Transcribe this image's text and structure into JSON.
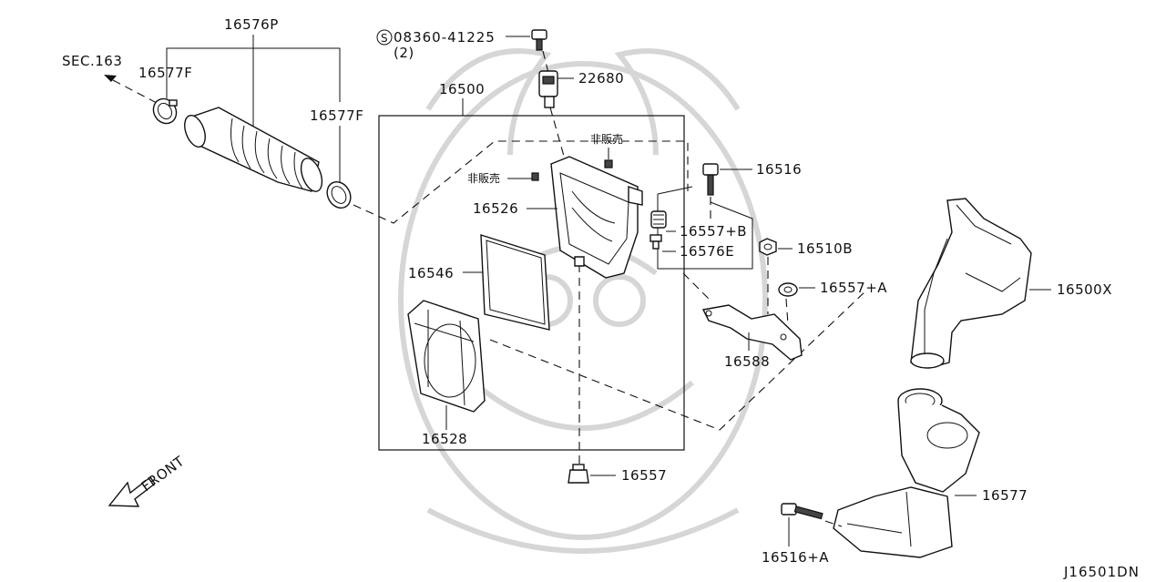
{
  "diagram": {
    "drawing_number": "J16501DN",
    "front_label": "FRONT",
    "section_ref": "SEC.163",
    "fastener": {
      "symbol": "S",
      "code": "08360-41225",
      "quantity": "(2)"
    },
    "not_sold_label": "非販売",
    "parts": {
      "p16576P": "16576P",
      "p16577F_left": "16577F",
      "p16577F_right": "16577F",
      "p16500": "16500",
      "p22680": "22680",
      "p16526": "16526",
      "p16546": "16546",
      "p16528": "16528",
      "p16557": "16557",
      "p16516": "16516",
      "p16557B": "16557+B",
      "p16576E": "16576E",
      "p16510B": "16510B",
      "p16557A": "16557+A",
      "p16588": "16588",
      "p16500X": "16500X",
      "p16577": "16577",
      "p16516A": "16516+A"
    }
  }
}
